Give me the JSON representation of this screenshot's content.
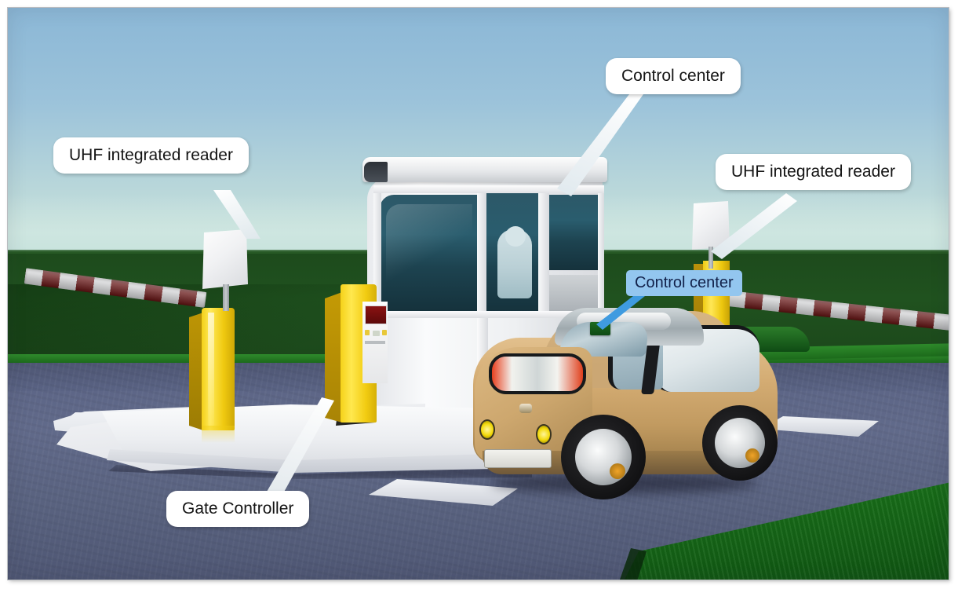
{
  "diagram": {
    "title": "UHF RFID parking lot access control scene",
    "scene_type": "illustration",
    "frame": {
      "border_color": "#b9bcc0",
      "background_color": "#ffffff"
    }
  },
  "palette": {
    "sky_top": "#8bb7d6",
    "sky_horizon": "#c9e2dd",
    "field_green": "#20521f",
    "grass_bright": "#2f8a2c",
    "road_slate": "#5a6384",
    "island_white": "#f4f5f7",
    "gate_yellow": "#f3d018",
    "barrier_red": "#6e1414",
    "barrier_white": "#e9eaec",
    "car_gold": "#d3ab72",
    "booth_glass": "#2a5d6e",
    "callout_white": "#ffffff",
    "callout_blue": "#93c6ef",
    "callout_blue_text": "#12214a",
    "rfid_tag_green": "#1d6b1f"
  },
  "callouts": [
    {
      "id": "uhf-reader-left",
      "label": "UHF integrated reader",
      "style": "white",
      "points_to": "left-uhf-reader-panel"
    },
    {
      "id": "control-center-top",
      "label": "Control center",
      "style": "white",
      "points_to": "toll-booth"
    },
    {
      "id": "uhf-reader-right",
      "label": "UHF integrated reader",
      "style": "white",
      "points_to": "right-uhf-reader-panel"
    },
    {
      "id": "control-center-tag",
      "label": "Control center",
      "style": "blue",
      "points_to": "windshield-rfid-tag"
    },
    {
      "id": "gate-controller",
      "label": "Gate Controller",
      "style": "white",
      "points_to": "ticket-machine-base"
    }
  ],
  "scene_objects": {
    "booth": {
      "name": "Toll control booth",
      "occupant": "operator silhouette"
    },
    "ticket_machine": {
      "name": "Gate controller kiosk",
      "display_color": "#8a1212"
    },
    "readers": [
      {
        "name": "Left UHF integrated reader panel"
      },
      {
        "name": "Right UHF integrated reader panel"
      }
    ],
    "barriers": [
      {
        "name": "Left boom barrier arm",
        "pattern": "red-white stripes"
      },
      {
        "name": "Right boom barrier arm",
        "pattern": "red-white stripes"
      }
    ],
    "vehicle": {
      "name": "Compact car",
      "color": "gold",
      "view": "rear three-quarter",
      "plate_text": "",
      "tag": "Windshield RFID tag"
    }
  }
}
